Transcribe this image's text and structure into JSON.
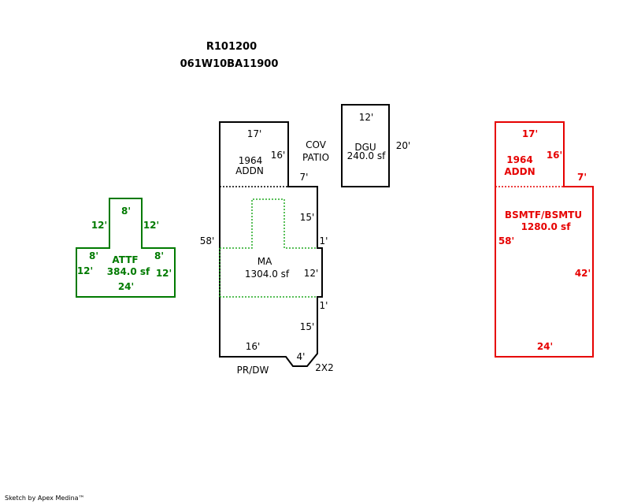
{
  "header": {
    "account": "R101200",
    "map_taxlot": "061W10BA11900"
  },
  "colors": {
    "black": "#000000",
    "green": "#007a00",
    "red": "#e60000"
  },
  "attf": {
    "label": "ATTF",
    "area": "384.0 sf",
    "dims": {
      "top": "8'",
      "upper_left": "12'",
      "upper_right": "12'",
      "mid_left": "8'",
      "mid_right": "8'",
      "side_left": "12'",
      "side_right": "12'",
      "bottom": "24'"
    }
  },
  "main": {
    "addn_year": "1964",
    "addn_label": "ADDN",
    "cov_patio_1": "COV",
    "cov_patio_2": "PATIO",
    "ma_label": "MA",
    "ma_area": "1304.0 sf",
    "prdw_label": "PR/DW",
    "dims": {
      "top": "17'",
      "addn_side": "16'",
      "notch": "7'",
      "left": "58'",
      "right_upper": "15'",
      "step_upper": "1'",
      "right_mid": "12'",
      "step_lower": "1'",
      "right_lower": "15'",
      "bottom": "16'",
      "corner": "4'",
      "corner_label": "2X2"
    }
  },
  "dgu": {
    "label": "DGU",
    "area": "240.0 sf",
    "dims": {
      "top": "12'",
      "side": "20'"
    }
  },
  "basement": {
    "addn_year": "1964",
    "addn_label": "ADDN",
    "label": "BSMTF/BSMTU",
    "area": "1280.0 sf",
    "dims": {
      "top": "17'",
      "addn_side": "16'",
      "notch": "7'",
      "left": "58'",
      "right": "42'",
      "bottom": "24'"
    }
  },
  "footer": "Sketch by Apex Medina™"
}
